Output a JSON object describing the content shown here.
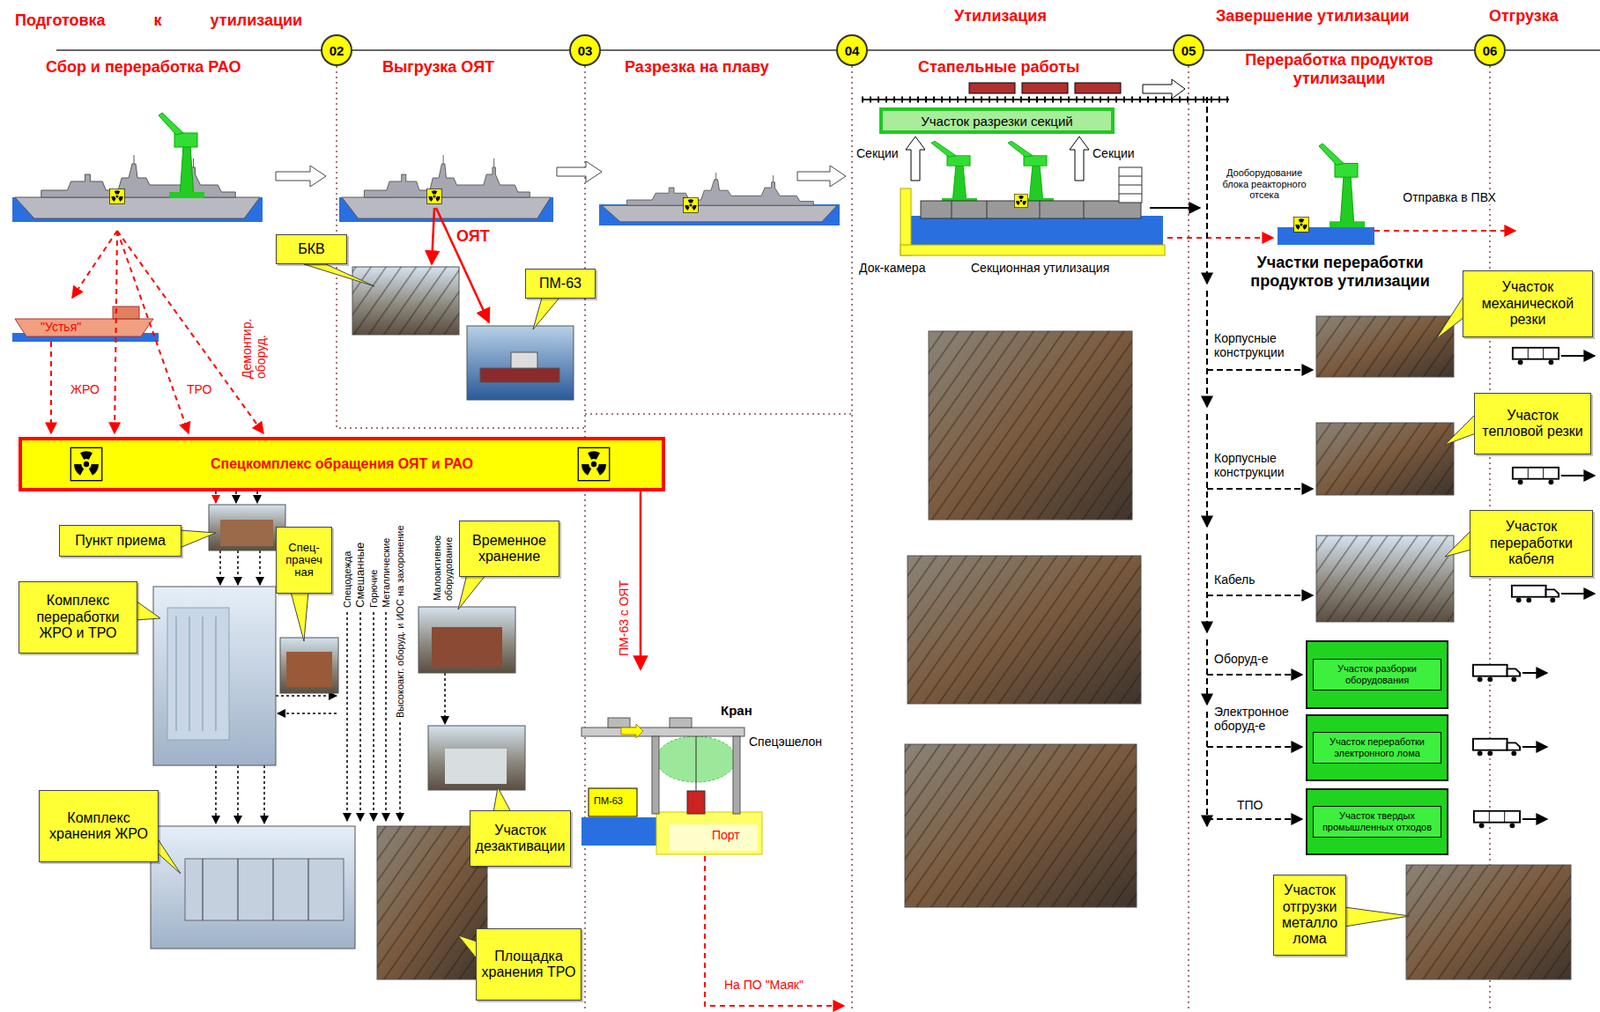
{
  "diagram": {
    "nodes": [
      {
        "text": [
          "02"
        ]
      },
      {
        "text": [
          "03"
        ]
      },
      {
        "text": [
          "04"
        ]
      },
      {
        "text": [
          "05"
        ]
      },
      {
        "text": [
          "06"
        ]
      },
      {
        "text": [
          "БКВ"
        ]
      },
      {
        "text": [
          "ПМ-63"
        ]
      },
      {
        "text": [
          "Участок разрезки секций"
        ]
      },
      {
        "text": [
          "Участок механической резки"
        ]
      },
      {
        "text": [
          "Спецкомплекс обращения ОЯТ и РАО"
        ]
      },
      {
        "text": [
          "Участок тепловой резки"
        ]
      },
      {
        "text": [
          "Пункт приема"
        ]
      },
      {
        "text": [
          "Спец- прачеч ная"
        ]
      },
      {
        "text": [
          "Временное хранение"
        ]
      },
      {
        "text": [
          "Участок переработки кабеля"
        ]
      },
      {
        "text": [
          "Комплекс переработки ЖРО и ТРО"
        ]
      },
      {
        "text": [
          "Участок разборки оборудования"
        ]
      },
      {
        "text": [
          "Участок переработки электронного лома"
        ]
      },
      {
        "text": [
          "Участок твердых промышленных отходов"
        ]
      },
      {
        "text": [
          "Комплекс хранения ЖРО"
        ]
      },
      {
        "text": [
          "Участок дезактивации"
        ]
      },
      {
        "text": [
          "Участок отгрузки металло лома"
        ]
      },
      {
        "text": [
          "Площадка хранения ТРО"
        ]
      }
    ],
    "edges": [
      {
        "from": 0,
        "to": 1,
        "arrow": "none"
      },
      {
        "from": 1,
        "to": 2,
        "arrow": "none"
      },
      {
        "from": 2,
        "to": 3,
        "arrow": "none"
      },
      {
        "from": 3,
        "to": 4,
        "arrow": "none"
      }
    ],
    "labels": [
      "Подготовка к утилизации",
      "Утилизация",
      "Завершение утилизации",
      "Отгрузка",
      "Сбор и переработка РАО",
      "Выгрузка ОЯТ",
      "Разрезка на плаву",
      "Стапельные работы",
      "Переработка продуктов утилизации",
      "Секции",
      "Секции",
      "Дооборудование блока реакторного отсека",
      "Отправка в ПВХ",
      "ОЯТ",
      "Док-камера",
      "Секционная утилизация",
      "Участки переработки продуктов утилизации",
      "\"Устья\"",
      "Корпусные конструкции",
      "ЖРО",
      "ТРО",
      "Демонтир. оборуд.",
      "Корпусные конструкции",
      "Спецодежда",
      "Смешанные",
      "Горючие",
      "Металлические",
      "Высокоакт. оборуд. и ИОС на захоронение",
      "Малоактивное оборудование",
      "ПМ-63 с ОЯТ",
      "Кабель",
      "Кран",
      "Спецэшелон",
      "Оборуд-е",
      "Электронное оборуд-е",
      "ПМ-63",
      "Порт",
      "ТПО",
      "На ПО \"Маяк\""
    ]
  }
}
